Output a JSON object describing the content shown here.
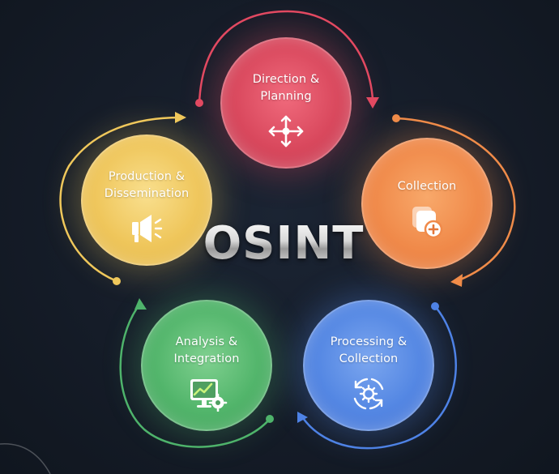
{
  "title": "OSINT",
  "nodes": {
    "direction": {
      "label_line1": "Direction &",
      "label_line2": "Planning",
      "icon": "move-arrows-icon",
      "color": "#d9485d"
    },
    "collection": {
      "label_line1": "Collection",
      "label_line2": "",
      "icon": "add-documents-icon",
      "color": "#f08a4a"
    },
    "processing": {
      "label_line1": "Processing &",
      "label_line2": "Collection",
      "icon": "process-gear-icon",
      "color": "#5487e3"
    },
    "analysis": {
      "label_line1": "Analysis &",
      "label_line2": "Integration",
      "icon": "monitor-chart-icon",
      "color": "#52b56b"
    },
    "production": {
      "label_line1": "Production &",
      "label_line2": "Dissemination",
      "icon": "megaphone-icon",
      "color": "#efc65b"
    }
  },
  "arrow_colors": {
    "red": "#e34a62",
    "orange": "#f08c4a",
    "blue": "#4f83e6",
    "green": "#4fb46c",
    "yellow": "#f0c85c"
  }
}
